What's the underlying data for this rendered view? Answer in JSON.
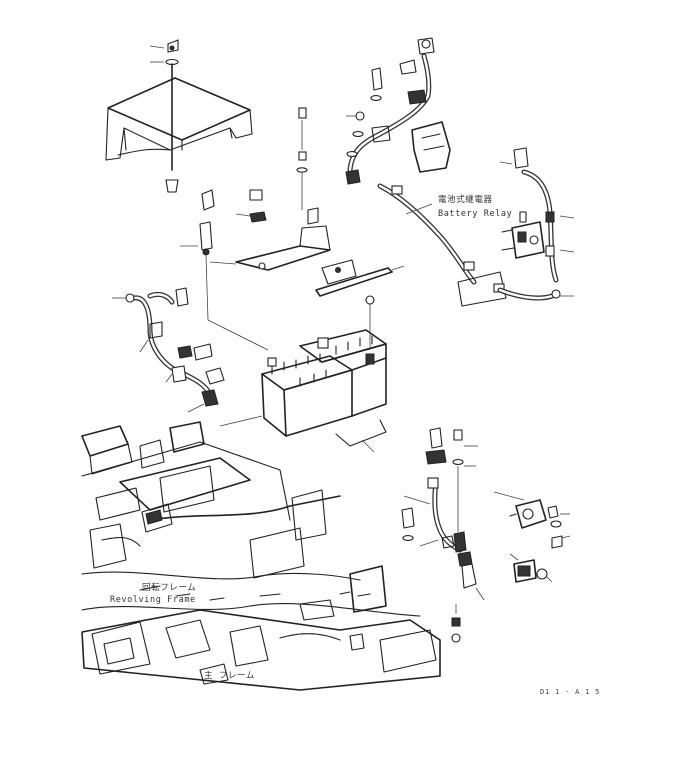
{
  "labels": {
    "battery_relay_jp": "電池式継電器",
    "battery_relay_en": "Battery Relay",
    "revolving_frame_jp": "回転フレーム",
    "revolving_frame_en": "Revolving Frame",
    "main_frame_jp": "主 フレーム",
    "drawing_number": "D1 1 - A 1 5"
  }
}
